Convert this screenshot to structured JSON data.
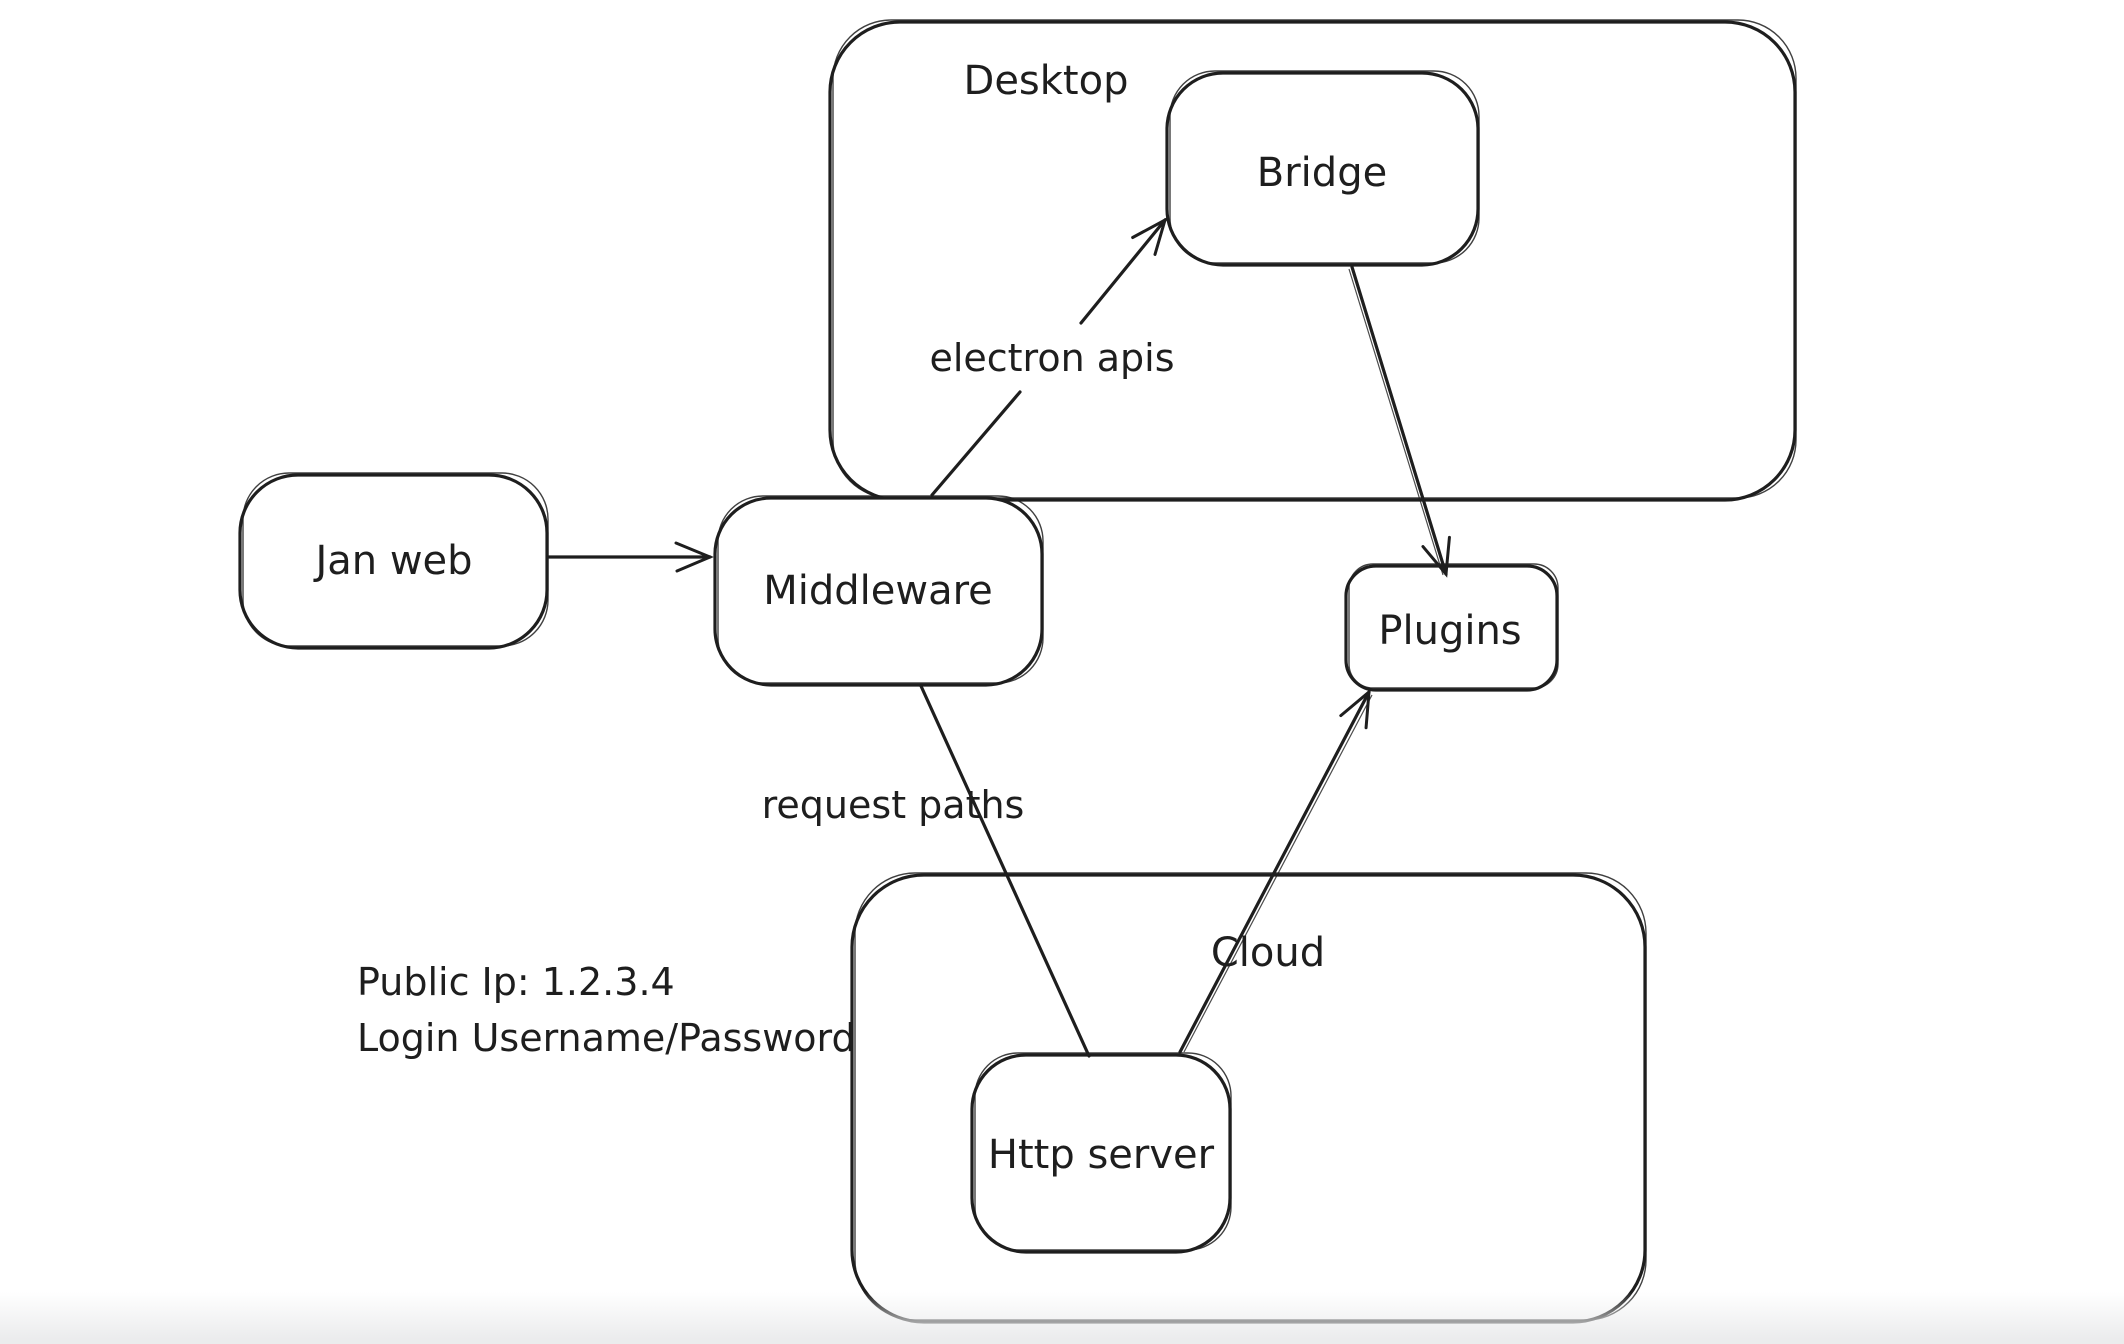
{
  "canvas": {
    "background": "#ffffff",
    "ink_color": "#1e1e1e",
    "bottom_fade_color": "#ebeced"
  },
  "diagram": {
    "containers": {
      "desktop": {
        "label": "Desktop"
      },
      "cloud": {
        "label": "Cloud"
      }
    },
    "nodes": {
      "jan_web": {
        "label": "Jan web"
      },
      "middleware": {
        "label": "Middleware"
      },
      "bridge": {
        "label": "Bridge"
      },
      "plugins": {
        "label": "Plugins"
      },
      "http_server": {
        "label": "Http server"
      }
    },
    "edges": [
      {
        "from": "jan_web",
        "to": "middleware",
        "arrowhead": true,
        "label": ""
      },
      {
        "from": "middleware",
        "to": "bridge",
        "arrowhead": true,
        "label": "electron apis"
      },
      {
        "from": "bridge",
        "to": "plugins",
        "arrowhead": true,
        "label": ""
      },
      {
        "from": "middleware",
        "to": "http_server",
        "arrowhead": false,
        "label": "request paths"
      },
      {
        "from": "http_server",
        "to": "plugins",
        "arrowhead": true,
        "label": ""
      }
    ],
    "annotations": {
      "public_ip": "Public Ip: 1.2.3.4",
      "login": "Login Username/Password"
    }
  }
}
